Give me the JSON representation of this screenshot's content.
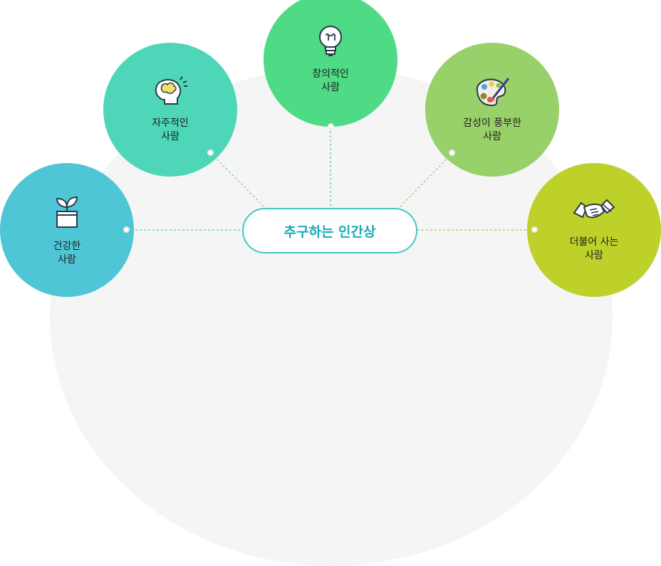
{
  "center": {
    "label": "추구하는 인간상"
  },
  "items": [
    {
      "label": "건강한\n사람",
      "icon": "plant-pot-icon",
      "color": "#4fc6d6"
    },
    {
      "label": "자주적인\n사람",
      "icon": "thinking-head-icon",
      "color": "#4dd7b8"
    },
    {
      "label": "창의적인\n사람",
      "icon": "light-bulb-icon",
      "color": "#4fda85"
    },
    {
      "label": "감성이 풍부한\n사람",
      "icon": "paint-palette-icon",
      "color": "#98d06a"
    },
    {
      "label": "더불어 사는\n사람",
      "icon": "handshake-icon",
      "color": "#bdd12a"
    }
  ]
}
